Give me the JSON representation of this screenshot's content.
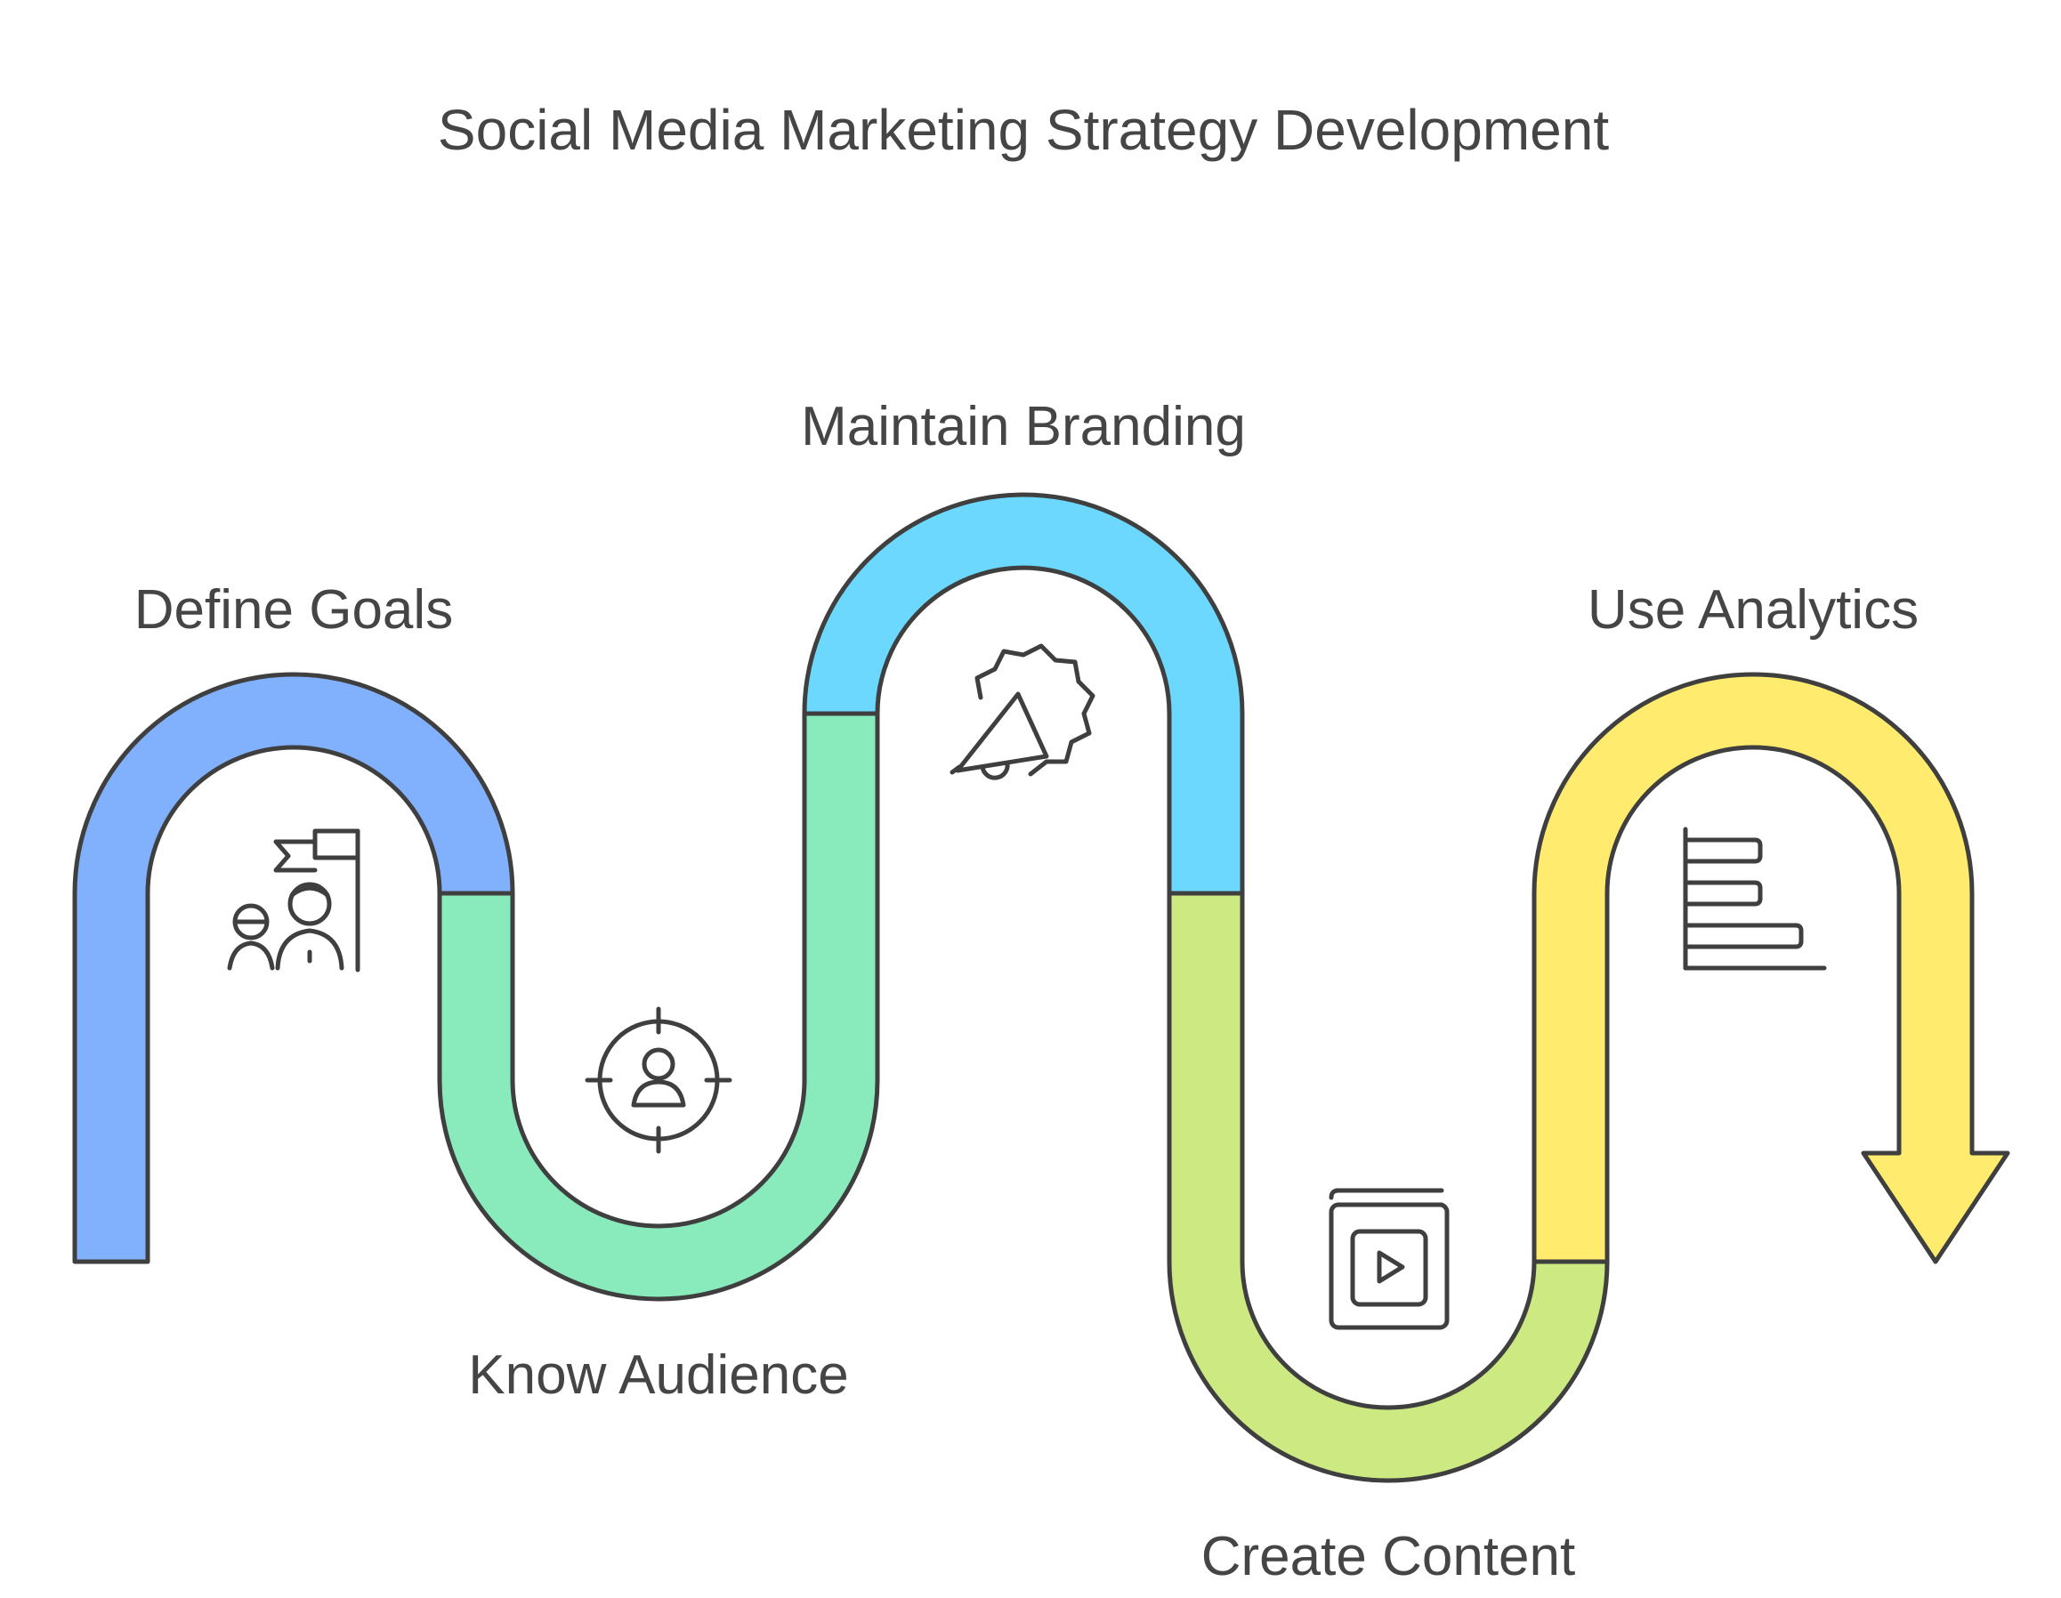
{
  "title": "Social Media Marketing Strategy Development",
  "colors": {
    "define_goals": "#81b1fd",
    "know_audience": "#89ebbc",
    "maintain_branding": "#6dd8fd",
    "create_content": "#cde982",
    "use_analytics": "#ffec6e",
    "outline": "#3f3f3f",
    "text": "#454545"
  },
  "steps": [
    {
      "label": "Define Goals",
      "icon": "goal-team-flag-icon"
    },
    {
      "label": "Know Audience",
      "icon": "target-audience-icon"
    },
    {
      "label": "Maintain Branding",
      "icon": "megaphone-badge-icon"
    },
    {
      "label": "Create Content",
      "icon": "video-content-icon"
    },
    {
      "label": "Use Analytics",
      "icon": "bar-chart-icon"
    }
  ]
}
